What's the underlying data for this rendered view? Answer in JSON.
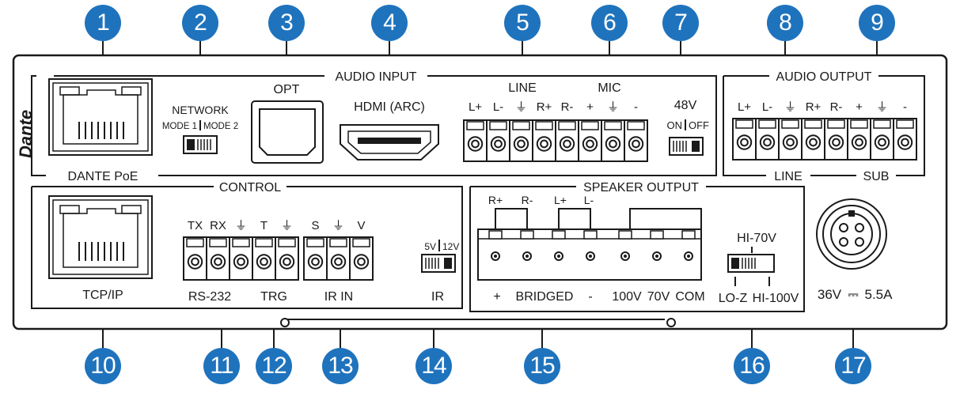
{
  "callouts": [
    {
      "num": "1"
    },
    {
      "num": "2"
    },
    {
      "num": "3"
    },
    {
      "num": "4"
    },
    {
      "num": "5"
    },
    {
      "num": "6"
    },
    {
      "num": "7"
    },
    {
      "num": "8"
    },
    {
      "num": "9"
    },
    {
      "num": "10"
    },
    {
      "num": "11"
    },
    {
      "num": "12"
    },
    {
      "num": "13"
    },
    {
      "num": "14"
    },
    {
      "num": "15"
    },
    {
      "num": "16"
    },
    {
      "num": "17"
    }
  ],
  "colors": {
    "callout": "#1f73bd",
    "line": "#1a1a1a",
    "panel": "#ffffff"
  },
  "dante": {
    "logo": "Dante",
    "label": "DANTE PoE"
  },
  "network": {
    "title": "NETWORK",
    "mode1": "MODE 1",
    "mode2": "MODE 2"
  },
  "audio_input": {
    "title": "AUDIO INPUT",
    "opt": "OPT",
    "hdmi": "HDMI (ARC)",
    "line": "LINE",
    "mic": "MIC",
    "pins": [
      "L+",
      "L-",
      "⏚",
      "R+",
      "R-",
      "+",
      "⏚",
      "-"
    ]
  },
  "phantom": {
    "title": "48V",
    "on": "ON",
    "off": "OFF"
  },
  "audio_output": {
    "title": "AUDIO OUTPUT",
    "pins": [
      "L+",
      "L-",
      "⏚",
      "R+",
      "R-",
      "+",
      "⏚",
      "-"
    ],
    "line": "LINE",
    "sub": "SUB"
  },
  "control": {
    "title": "CONTROL",
    "tcpip": "TCP/IP",
    "pins": [
      "TX",
      "RX",
      "⏚",
      "T",
      "⏚",
      "S",
      "⏚",
      "V"
    ],
    "rs232": "RS-232",
    "trg": "TRG",
    "irin": "IR IN",
    "ir_5v": "5V",
    "ir_12v": "12V",
    "ir": "IR"
  },
  "speaker_output": {
    "title": "SPEAKER OUTPUT",
    "top": [
      "R+",
      "R-",
      "L+",
      "L-"
    ],
    "bottom": [
      "+",
      "BRIDGED",
      "-",
      "100V",
      "70V",
      "COM"
    ],
    "hi70": "HI-70V",
    "loz": "LO-Z",
    "hi100": "HI-100V"
  },
  "power": {
    "voltage": "36V",
    "symbol": "⎓",
    "current": "5.5A"
  }
}
